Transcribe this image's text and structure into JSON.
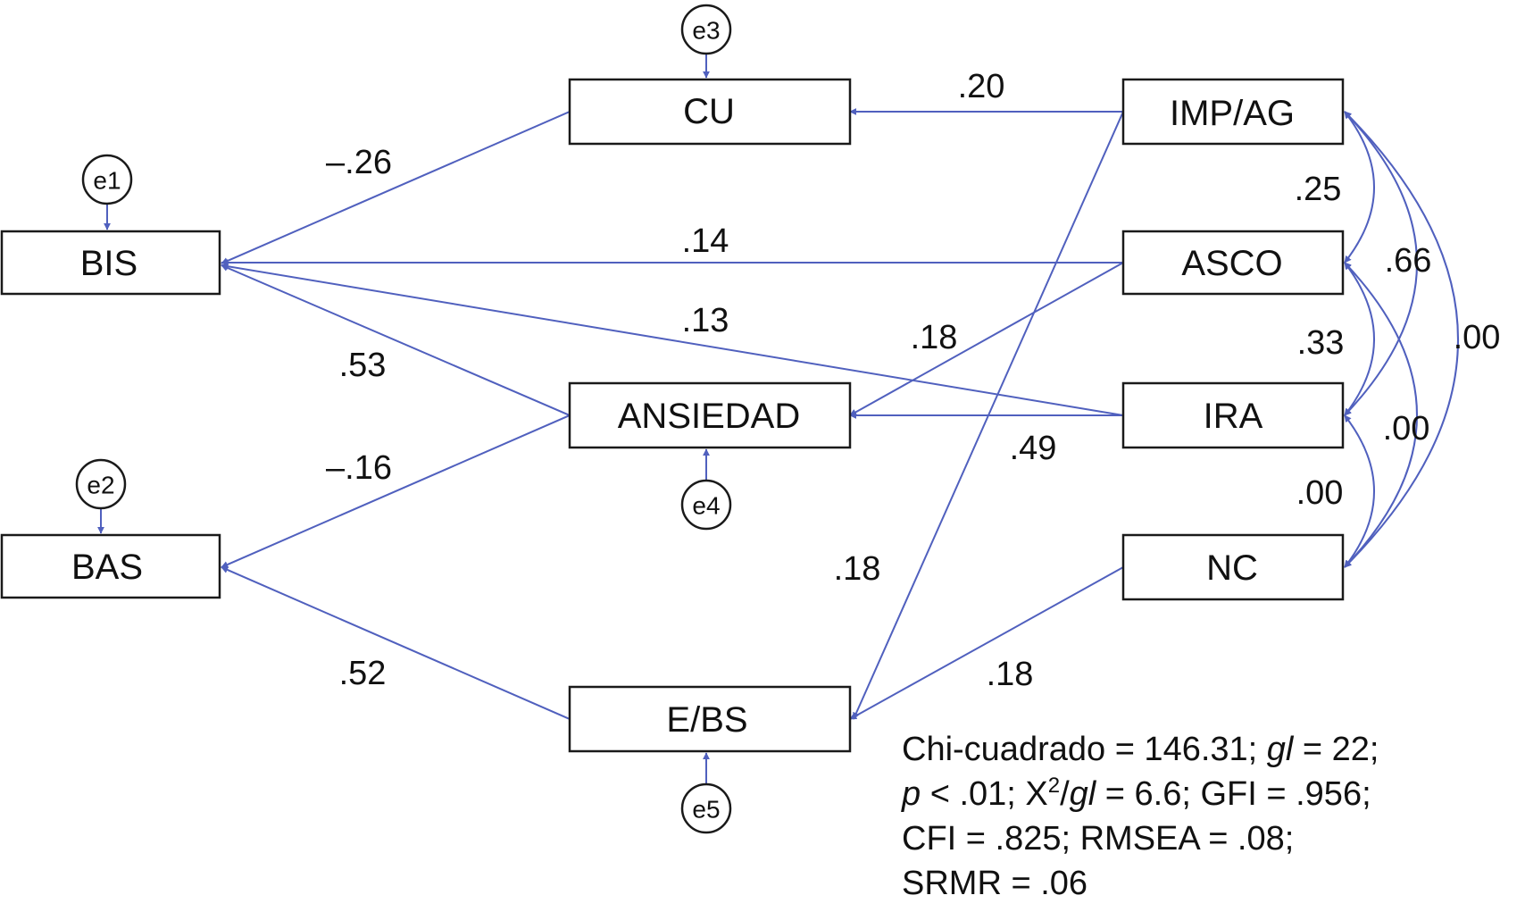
{
  "colors": {
    "arrow": "#5060BE",
    "box_stroke": "#1a1a1a",
    "text": "#111111"
  },
  "nodes": {
    "bis": "BIS",
    "bas": "BAS",
    "cu": "CU",
    "ansiedad": "ANSIEDAD",
    "ebs": "E/BS",
    "impag": "IMP/AG",
    "asco": "ASCO",
    "ira": "IRA",
    "nc": "NC"
  },
  "errors": {
    "e1": "e1",
    "e2": "e2",
    "e3": "e3",
    "e4": "e4",
    "e5": "e5"
  },
  "paths": {
    "impag_cu": ".20",
    "cu_bis": "–.26",
    "asco_bis": ".14",
    "ira_bis": ".13",
    "ansiedad_bis": ".53",
    "asco_ansiedad": ".18",
    "ira_ansiedad": ".49",
    "ansiedad_bas": "–.16",
    "ebs_bas": ".52",
    "impag_ebs": ".18",
    "nc_ebs": ".18"
  },
  "correlations": {
    "impag_asco": ".25",
    "impag_ira": ".66",
    "impag_nc": ".00",
    "asco_ira": ".33",
    "asco_nc": ".00",
    "ira_nc": ".00"
  },
  "fit": {
    "line1": "Chi-cuadrado = 146.31; ",
    "line1_gl": "gl",
    "line1_rest": " = 22;",
    "line2_p": "p",
    "line2_a": " < .01; X",
    "line2_sup": "2",
    "line2_slash": "/",
    "line2_gl": "gl",
    "line2_b": " = 6.6; GFI = .956;",
    "line3": "CFI = .825; RMSEA = .08;",
    "line4": "SRMR = .06"
  }
}
